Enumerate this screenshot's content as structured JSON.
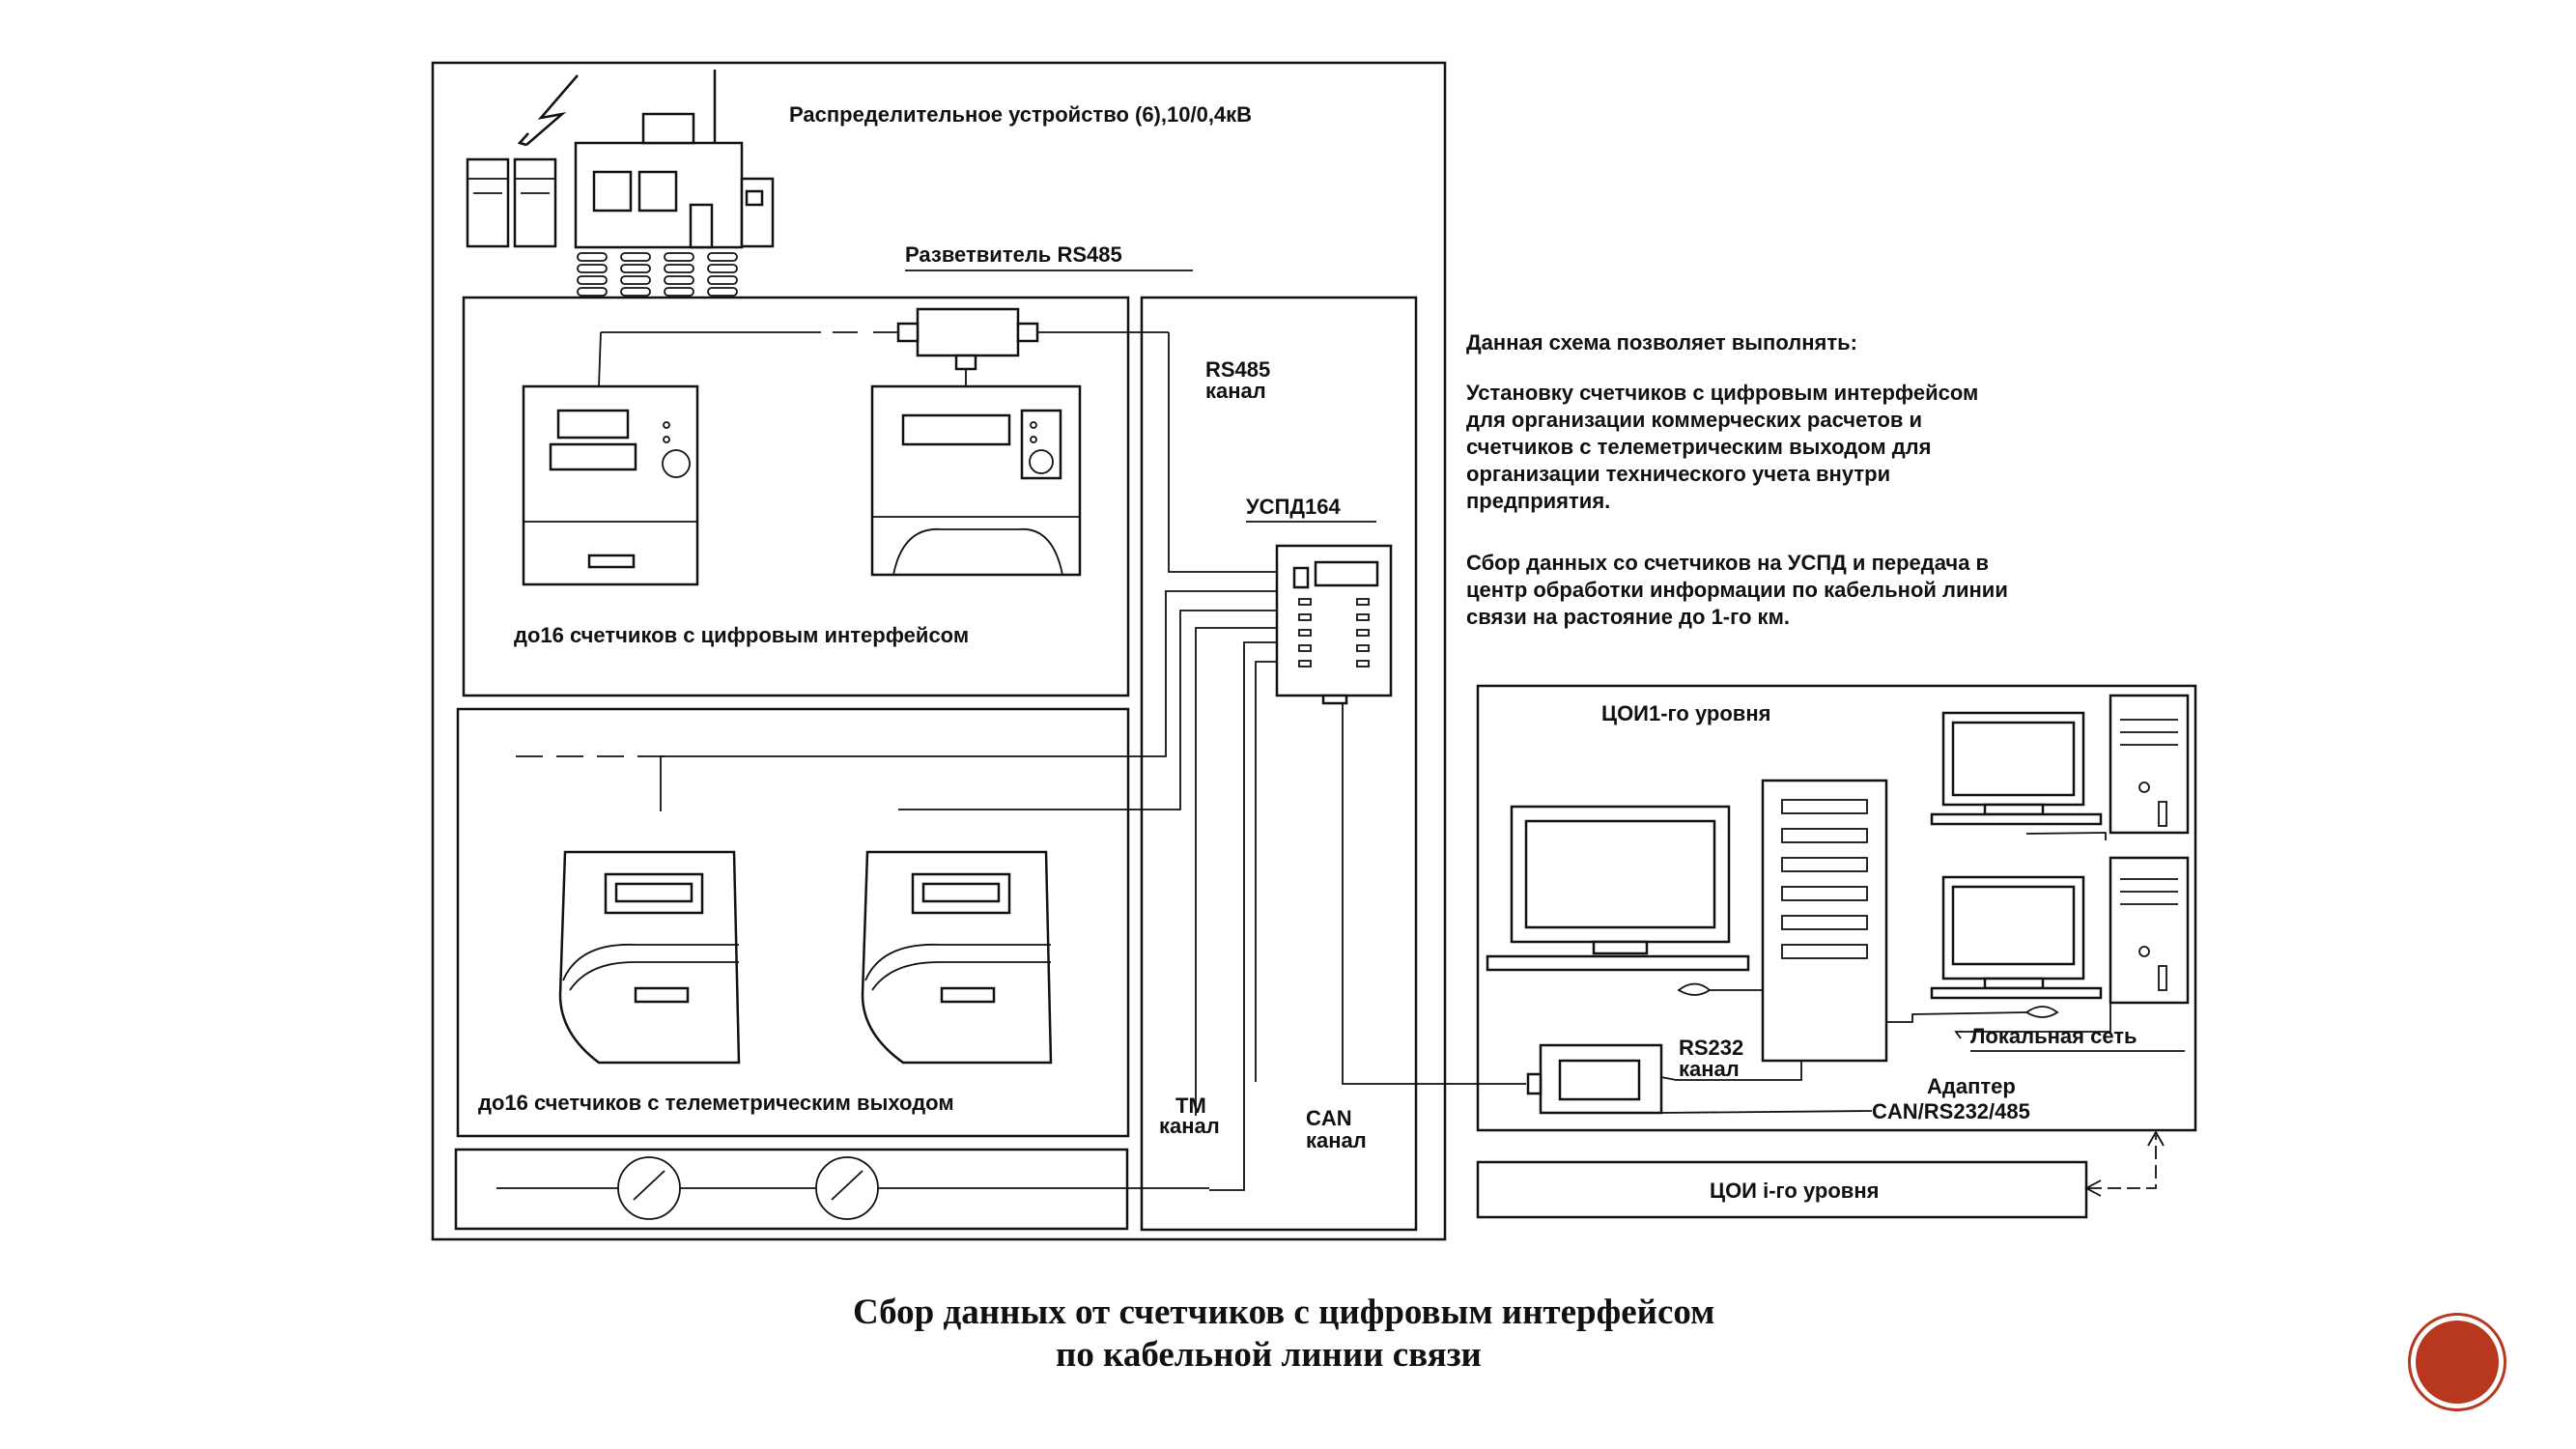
{
  "diagram": {
    "switchgear_label": "Распределительное устройство (6),10/0,4кВ",
    "splitter_label": "Разветвитель RS485",
    "rs485_channel": [
      "RS485",
      "канал"
    ],
    "uspd_label": "УСПД164",
    "digital_meters_label": "до16 счетчиков с цифровым интерфейсом",
    "telemetry_meters_label": "до16 счетчиков с телеметрическим выходом",
    "tm_channel": [
      "ТМ",
      "канал"
    ],
    "can_channel": [
      "CAN",
      "канал"
    ],
    "description": [
      "Данная схема позволяет выполнять:",
      "",
      "Установку счетчиков с цифровым интерфейсом",
      "для организации коммерческих расчетов и",
      "счетчиков с телеметрическим выходом для",
      "организации технического учета внутри",
      "предприятия.",
      "",
      "Сбор данных со счетчиков на УСПД и передача в",
      "центр обработки информации по кабельной линии",
      "связи на растояние до 1-го км."
    ],
    "coi_level1_label": "ЦОИ1-го уровня",
    "rs232_channel": [
      "RS232",
      "канал"
    ],
    "lan_label": "Локальная сеть",
    "adapter_label": [
      "Адаптер",
      "CAN/RS232/485"
    ],
    "coi_level_i_label": "ЦОИ i-го уровня"
  },
  "caption": {
    "line1": "Сбор данных от счетчиков с цифровым интерфейсом",
    "line2": "по кабельной линии связи"
  }
}
